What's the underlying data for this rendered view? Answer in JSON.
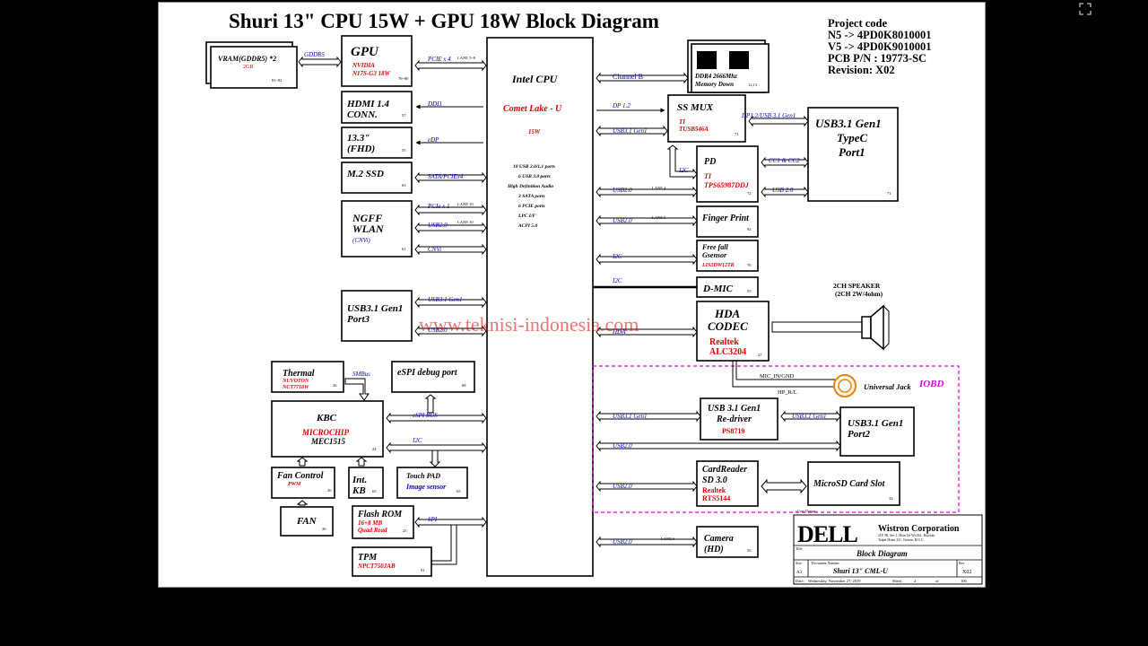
{
  "title": "Shuri 13\" CPU 15W + GPU 18W Block Diagram",
  "project": {
    "label": "Project code",
    "n5": "N5 -> 4PD0K8010001",
    "v5": "V5 -> 4PD0K9010001",
    "pcb": "PCB P/N : 19773-SC",
    "rev": "Revision: X02"
  },
  "watermark": "www.teknisi-indonesia.com",
  "cpu": {
    "name": "Intel CPU",
    "codename": "Comet Lake - U",
    "tdp": "15W",
    "features": [
      "10 USB 2.0/1.1 ports",
      "6 USB 3.0 ports",
      "High Definition Audio",
      "3 SATA ports",
      "6 PCIE ports",
      "LPC I/F",
      "ACPI 5.0"
    ]
  },
  "blocks": {
    "vram": {
      "title": "VRAM(GDDR5) *2",
      "sub": "2GB",
      "pg": "81~82"
    },
    "gpu": {
      "title": "GPU",
      "sub1": "NVIDIA",
      "sub2": "N17S-G3  18W",
      "pg": "76~80"
    },
    "hdmi": {
      "title1": "HDMI  1.4",
      "title2": "CONN.",
      "pg": "57"
    },
    "fhd": {
      "title1": "13.3\"",
      "title2": "(FHD)",
      "pg": "55"
    },
    "ssd": {
      "title": "M.2 SSD",
      "pg": "63"
    },
    "wlan": {
      "title1": "NGFF",
      "title2": "WLAN",
      "sub": "(CNVi)",
      "pg": "61"
    },
    "usbp3": {
      "title1": "USB3.1 Gen1",
      "title2": "Port3"
    },
    "thermal": {
      "title": "Thermal",
      "sub1": "NUVOTON",
      "sub2": "NCT7718W",
      "pg": "26"
    },
    "espi": {
      "title": "eSPI debug  port",
      "pg": "68"
    },
    "kbc": {
      "title": "KBC",
      "sub1": "MICROCHIP",
      "sub2": "MEC1515",
      "pg": "24"
    },
    "fanctl": {
      "title": "Fan Control",
      "sub": "PWM",
      "pg": "26"
    },
    "intkb": {
      "title1": "Int.",
      "title2": "KB",
      "pg": "65"
    },
    "touch": {
      "title1": "Touch PAD",
      "title2": "Image sensor",
      "pg": "65"
    },
    "fan": {
      "title": "FAN",
      "pg": "26"
    },
    "flash": {
      "title": "Flash ROM",
      "sub1": "16+8 MB",
      "sub2": "Quad Read",
      "pg": "25"
    },
    "tpm": {
      "title": "TPM",
      "sub": "NPCT750JAB",
      "pg": "91"
    },
    "ddr4": {
      "title1": "DDR4 2666Mhz",
      "title2": "Memory Down",
      "pg": "12,13"
    },
    "ssmux": {
      "title": "SS MUX",
      "sub1": "TI",
      "sub2": "TUSB546A",
      "pg": "71"
    },
    "typec": {
      "title1": "USB3.1 Gen1",
      "title2": "TypeC",
      "title3": "Port1",
      "pg": "71"
    },
    "pd": {
      "title": "PD",
      "sub1": "TI",
      "sub2": "TPS65987DDJ",
      "pg": "72"
    },
    "finger": {
      "title": "Finger Print",
      "pg": "92"
    },
    "freefall": {
      "title1": "Free fall",
      "title2": "Gsensor",
      "sub": "LIS2DW12TR",
      "pg": "70"
    },
    "dmic": {
      "title": "D-MIC",
      "pg": "55"
    },
    "hda": {
      "title1": "HDA",
      "title2": "CODEC",
      "sub1": "Realtek",
      "sub2": "ALC3204",
      "pg": "27"
    },
    "speaker": {
      "title1": "2CH SPEAKER",
      "title2": "(2CH 2W/4ohm)"
    },
    "jack": {
      "title": "Universal Jack",
      "mic": "MIC_IN/GND",
      "hp": "HP_R/L"
    },
    "iobd": {
      "title": "IOBD"
    },
    "redriver": {
      "title1": "USB 3.1 Gen1",
      "title2": "Re-driver",
      "sub": "PS8719"
    },
    "usbp2": {
      "title1": "USB3.1 Gen1",
      "title2": "Port2"
    },
    "cardreader": {
      "title1": "CardReader",
      "title2": "SD 3.0",
      "sub1": "Realtek",
      "sub2": "RTS5144"
    },
    "microsd": {
      "title": "MicroSD Card Slot",
      "pg": "33"
    },
    "camera": {
      "title1": "Camera",
      "title2": "(HD)",
      "pg": "55"
    }
  },
  "signals": {
    "gddr5": "GDDR5",
    "pcie4": "PCIE x 4",
    "lane58": "LANE 5~8",
    "ddi1": "DDI1",
    "edp": "eDP",
    "sata": "SATA/PCIEx4",
    "pcie1": "PCIe x 1",
    "lane10": "LANE 10",
    "usb20": "USB2.0",
    "cnvi": "CNVi",
    "usb31g1": "USB3.1 Gen1",
    "smbus": "SMBus",
    "espibus": "eSPI BUS",
    "i2c": "I2C",
    "spi": "SPI",
    "channelb": "Channel B",
    "dp12": "DP 1.2",
    "dp12usb": "DP1.2/USB 3.1 Gen1",
    "cc": "CC1 & CC2",
    "usb20b": "USB 2.0",
    "lane6": "LANE 6",
    "lane5": "LANE 5",
    "lane4": "LANE 4",
    "hda": "HDA"
  },
  "titleblock": {
    "logo": "DELL",
    "company": "Wistron Corporation",
    "addr1": "21F, 88, Sec.1, Hsin Tai Wu Rd., Hsichih,",
    "addr2": "Taipei Hsien 221, Taiwan, R.O.C.",
    "docTitle": "Block Diagram",
    "docNum": "Shuri 13\" CML-U",
    "size": "A3",
    "rev": "X02",
    "date": "Wednesday, November 27, 2019",
    "sheet": "2",
    "of": "106",
    "lblTitle": "Title",
    "lblSize": "Size",
    "lblDoc": "Document Number",
    "lblRev": "Rev",
    "lblDate": "Date:",
    "lblSheet": "Sheet",
    "lblOf": "of",
    "coreDesign": "<Core Design>"
  },
  "colors": {
    "red": "#e00000",
    "blue": "#0000cc",
    "magenta": "#e000e0",
    "orange": "#f08000"
  }
}
